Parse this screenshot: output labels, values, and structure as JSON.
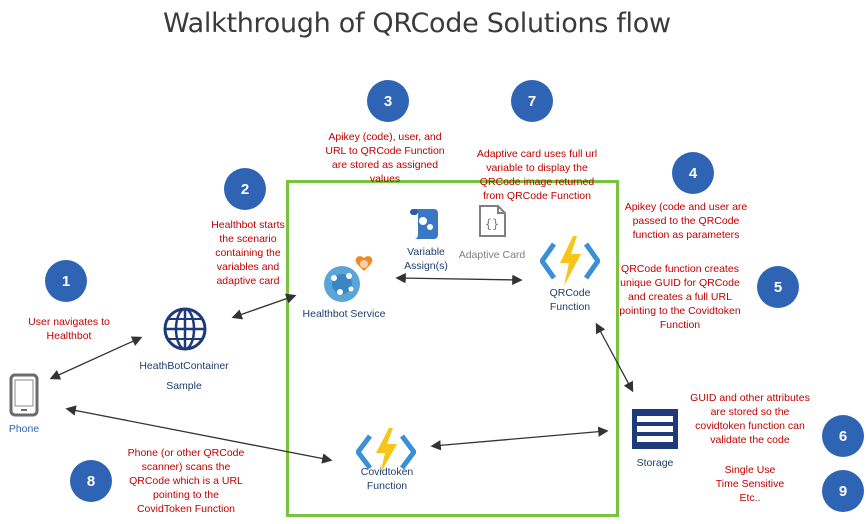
{
  "title": "Walkthrough of QRCode Solutions flow",
  "badges": [
    "1",
    "2",
    "3",
    "4",
    "5",
    "6",
    "7",
    "8",
    "9"
  ],
  "notes": {
    "n1": "User navigates to\nHealthbot",
    "n2": "Healthbot starts\nthe scenario\ncontaining the\nvariables and\nadaptive card",
    "n3": "Apikey (code), user, and\nURL to QRCode Function\nare stored as assigned\nvalues",
    "n7": "Adaptive card uses full url\nvariable to display the\nQRCode image returned\nfrom QRCode Function",
    "n4": "Apikey (code and user are\npassed to the QRCode\nfunction as parameters",
    "n5": "QRCode function creates\nunique GUID for QRCode\nand creates a full URL\npointing to the Covidtoken\nFunction",
    "n6": "GUID and other attributes\nare stored so the\ncovidtoken function can\nvalidate the code",
    "n9": "Single Use\nTime Sensitive\nEtc..",
    "n8": "Phone (or other QRCode\nscanner) scans the\nQRCode which is a URL\npointing to the\nCovidToken Function"
  },
  "labels": {
    "phone": "Phone",
    "container": "HeathBotContainer\nSample",
    "healthbot": "Healthbot Service",
    "variable": "Variable\nAssign(s)",
    "adaptive": "Adaptive Card",
    "qrcode": "QRCode\nFunction",
    "covid": "Covidtoken\nFunction",
    "storage": "Storage"
  },
  "colors": {
    "badge": "#2f64b5",
    "note": "#c00000",
    "frame": "#7cc242",
    "function_bolt": "#f5c518"
  }
}
